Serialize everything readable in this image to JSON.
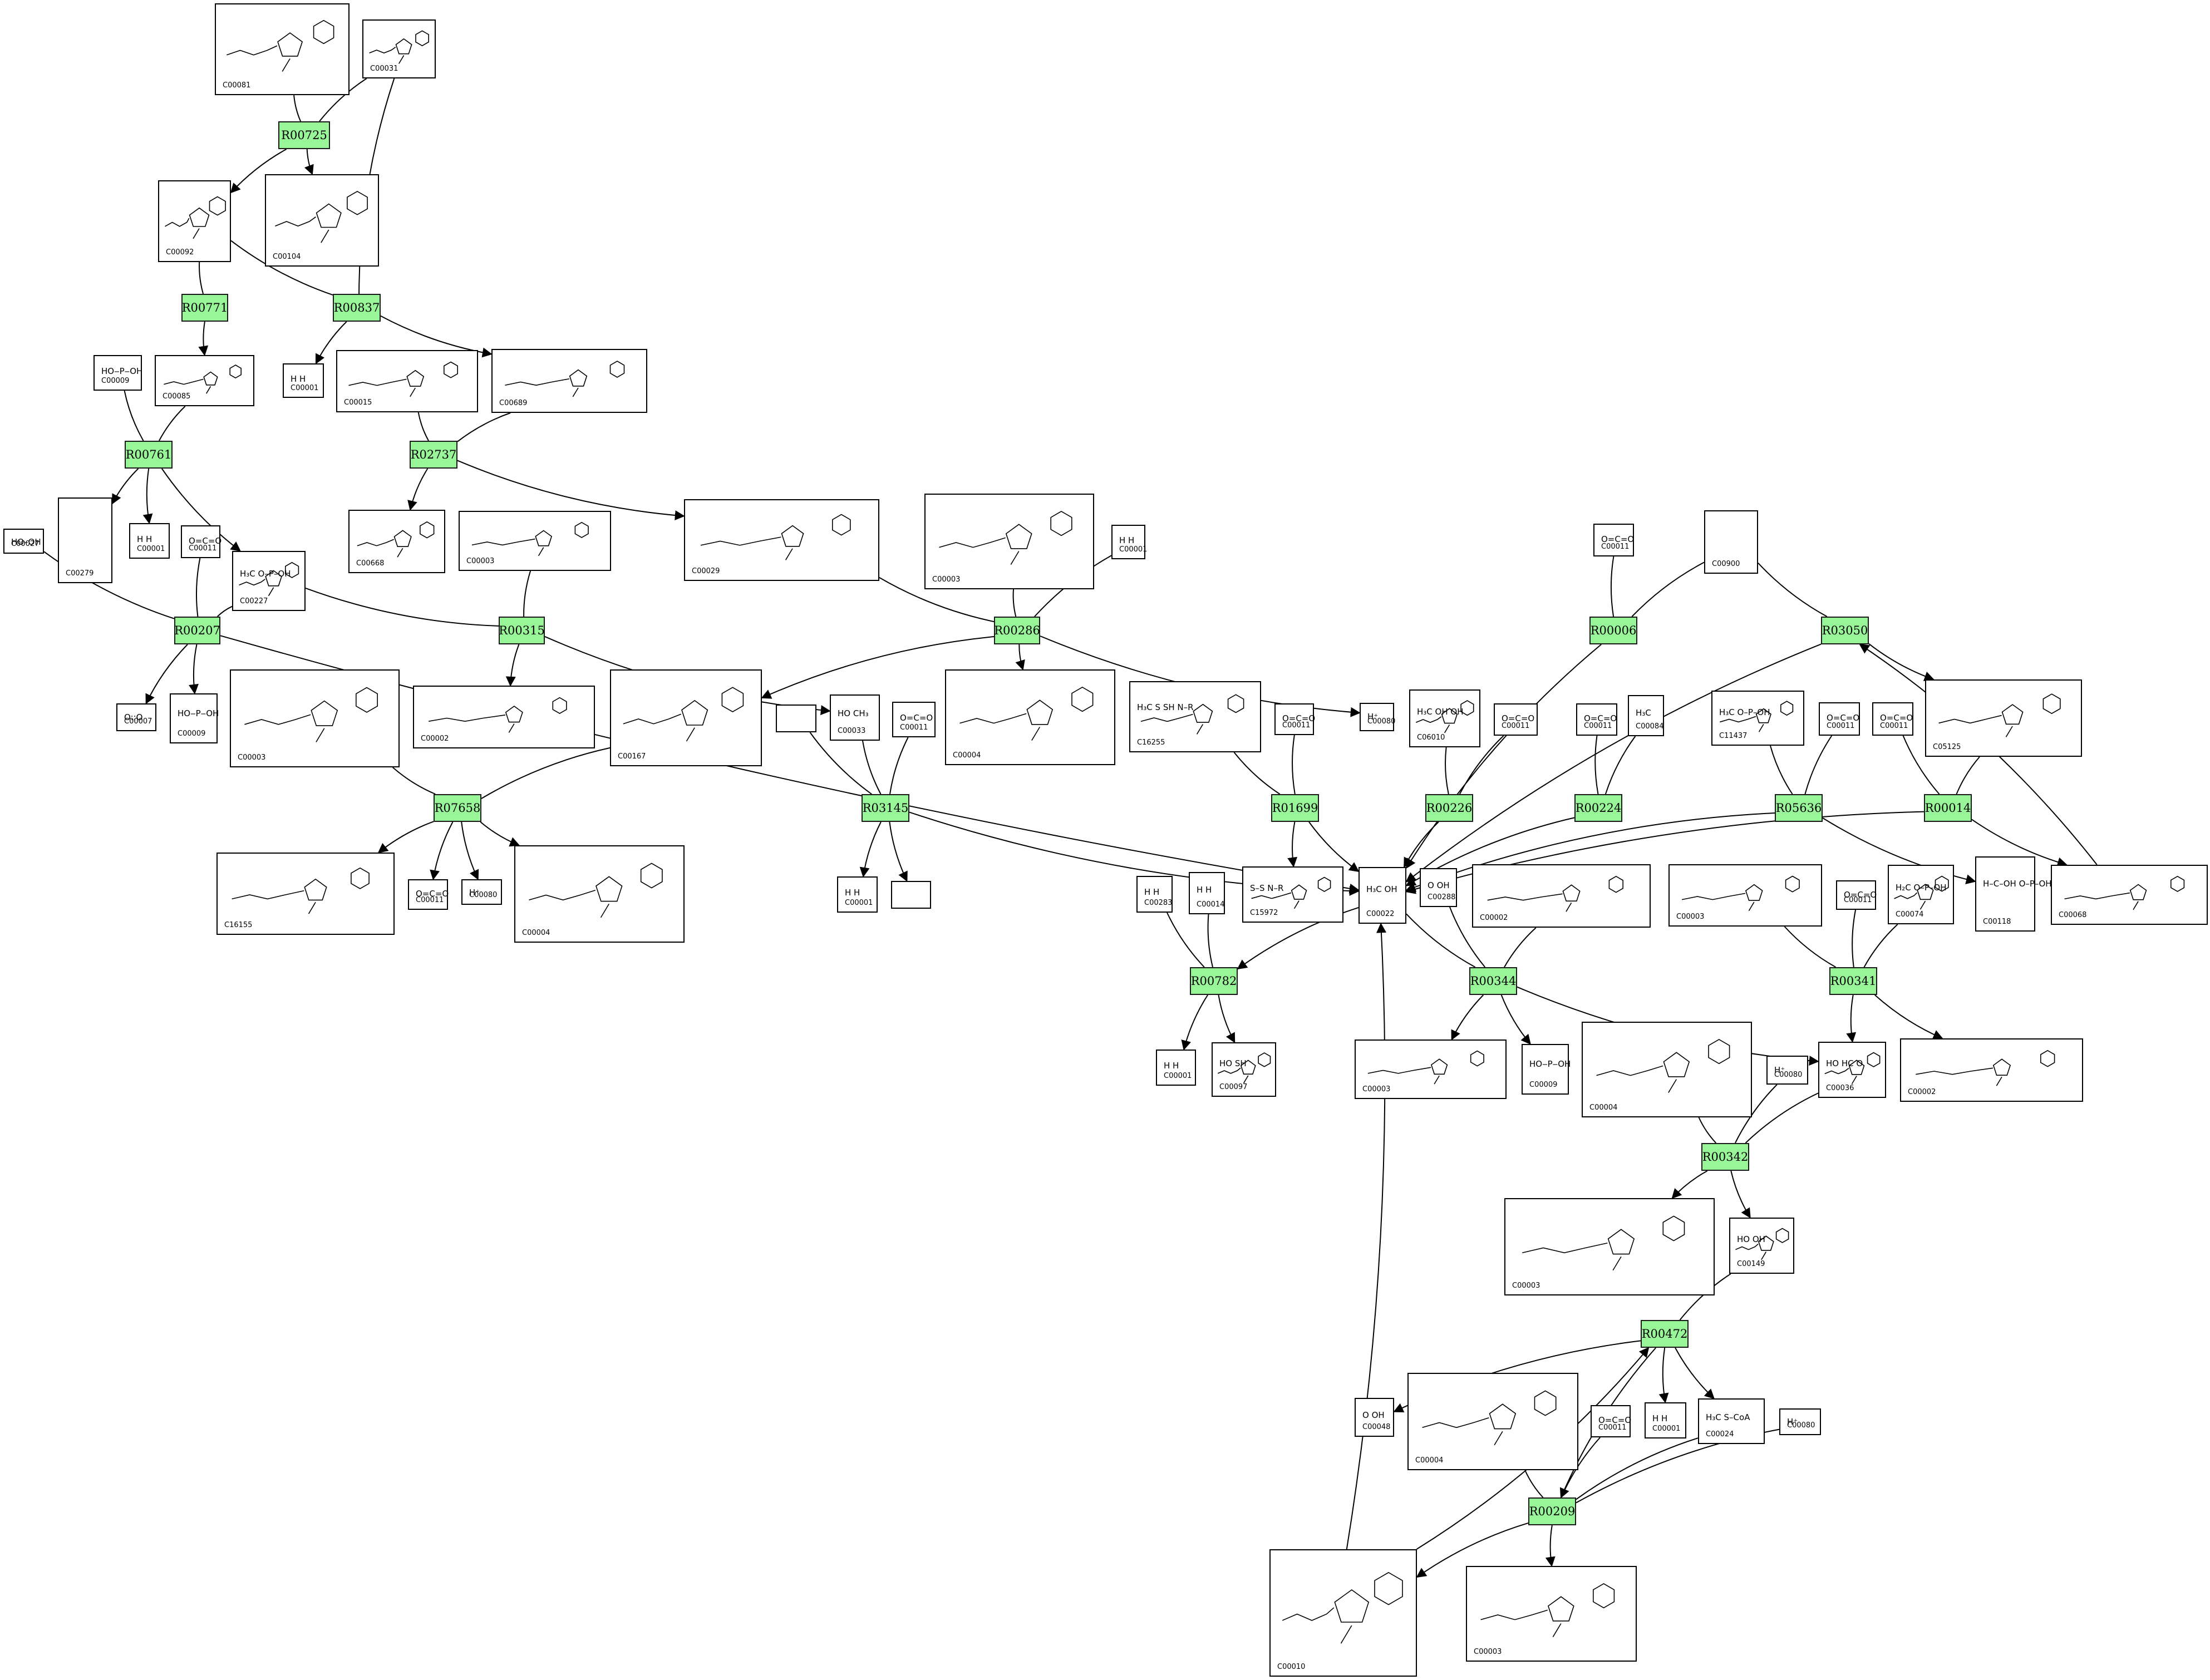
{
  "reactions": {
    "R00725": "R00725",
    "R00771": "R00771",
    "R00837": "R00837",
    "R00761": "R00761",
    "R02737": "R02737",
    "R00207": "R00207",
    "R00315": "R00315",
    "R00286": "R00286",
    "R07658": "R07658",
    "R03145": "R03145",
    "R01699": "R01699",
    "R00226": "R00226",
    "R00224": "R00224",
    "R05636": "R05636",
    "R00014": "R00014",
    "R00006": "R00006",
    "R03050": "R03050",
    "R00782": "R00782",
    "R00344": "R00344",
    "R00341": "R00341",
    "R00342": "R00342",
    "R00472": "R00472",
    "R00209": "R00209"
  },
  "compounds": {
    "c1": "C00081",
    "c2": "C00031",
    "c3": "C00092",
    "c4": "C00104",
    "c5": "C00009",
    "c6": "C00085",
    "c7": "C00001",
    "c8": "C00015",
    "c9": "C00689",
    "c10": "C00027",
    "c11": "C00279",
    "c12": "C00001",
    "c13": "C00011",
    "c14": "C00227",
    "c15": "C00668",
    "c16": "C00003",
    "c17": "C00029",
    "c18": "C00003",
    "c19": "C00001",
    "c20": "C00011",
    "c21": "C00900",
    "c22": "C00007",
    "c23": "C00009",
    "c24": "C00003",
    "c25": "C00002",
    "c26": "C00167",
    "c27": "C00033",
    "c28": "C00011",
    "c29": "C00004",
    "c30": "C00080",
    "c31": "C16255",
    "c32": "C00011",
    "c33": "C06010",
    "c34": "C00011",
    "c35": "C00011",
    "c36": "C00084",
    "c37": "C11437",
    "c38": "C00011",
    "c39": "C00011",
    "c40": "C05125",
    "c41": "C16155",
    "c42": "C00011",
    "c43": "C00080",
    "c44": "C00004",
    "c45": "C00001",
    "c46": "C00283",
    "c47": "C00014",
    "c48": "C15972",
    "c49": "C00022",
    "c50": "C00288",
    "c51": "C00002",
    "c52": "C00003",
    "c53": "C00011",
    "c54": "C00074",
    "c55": "C00118",
    "c56": "C00068",
    "c57": "C00001",
    "c58": "C00097",
    "c59": "C00003",
    "c60": "C00009",
    "c61": "C00004",
    "c62": "C00080",
    "c63": "C00036",
    "c64": "C00002",
    "c65": "C00003",
    "c66": "C00149",
    "c67": "C00048",
    "c68": "C00004",
    "c69": "C00011",
    "c70": "C00001",
    "c71": "C00024",
    "c72": "C00080",
    "c73": "C00010",
    "c74": "C00003"
  },
  "fragments": {
    "c5": "HO‒P‒OH",
    "c7": "H   H",
    "c10": "HO–OH",
    "c12": "H   H",
    "c13": "O=C=O",
    "c14": "H₃C   O–P–OH",
    "c19": "H   H",
    "c20": "O=C=O",
    "c22": "O::O",
    "c23": "HO‒P‒OH",
    "c27": "HO   CH₃",
    "c28": "O=C=O",
    "c30": "H⁺",
    "c31": "H₃C  S   SH   N–R",
    "c32": "O=C=O",
    "c33": "H₃C  OH  OH",
    "c34": "O=C=O",
    "c35": "O=C=O",
    "c36": "H₃C",
    "c37": "H₃C  O–P–OH",
    "c38": "O=C=O",
    "c39": "O=C=O",
    "c42": "O=C=O",
    "c43": "H⁺",
    "c45": "H   H",
    "c46": "H   H",
    "c47": "H   H",
    "c48": "S–S   N–R",
    "c49": "H₃C  OH",
    "c50": "O  OH",
    "c53": "O=C=O",
    "c54": "H₂C  O–P–OH",
    "c55": "H–C–OH  O–P–OH",
    "c57": "H   H",
    "c58": "HO   SH",
    "c60": "HO‒P‒OH",
    "c62": "H⁺",
    "c63": "HO  HC  O",
    "c66": "HO   OH",
    "c67": "O  OH",
    "c69": "O=C=O",
    "c70": "H   H",
    "c71": "H₃C   S–CoA",
    "c72": "H⁺"
  }
}
